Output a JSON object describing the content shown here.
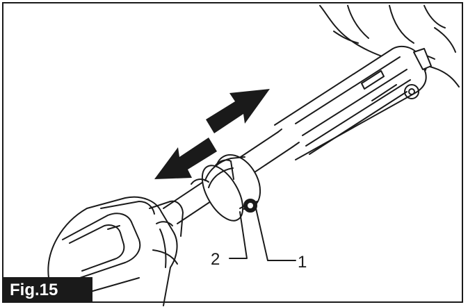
{
  "figure": {
    "label": "Fig.15",
    "callouts": [
      {
        "id": "1",
        "text": "1"
      },
      {
        "id": "2",
        "text": "2"
      }
    ]
  },
  "colors": {
    "ink": "#1a1a1a",
    "paper": "#ffffff"
  },
  "icons": [
    "double-arrow-icon"
  ]
}
